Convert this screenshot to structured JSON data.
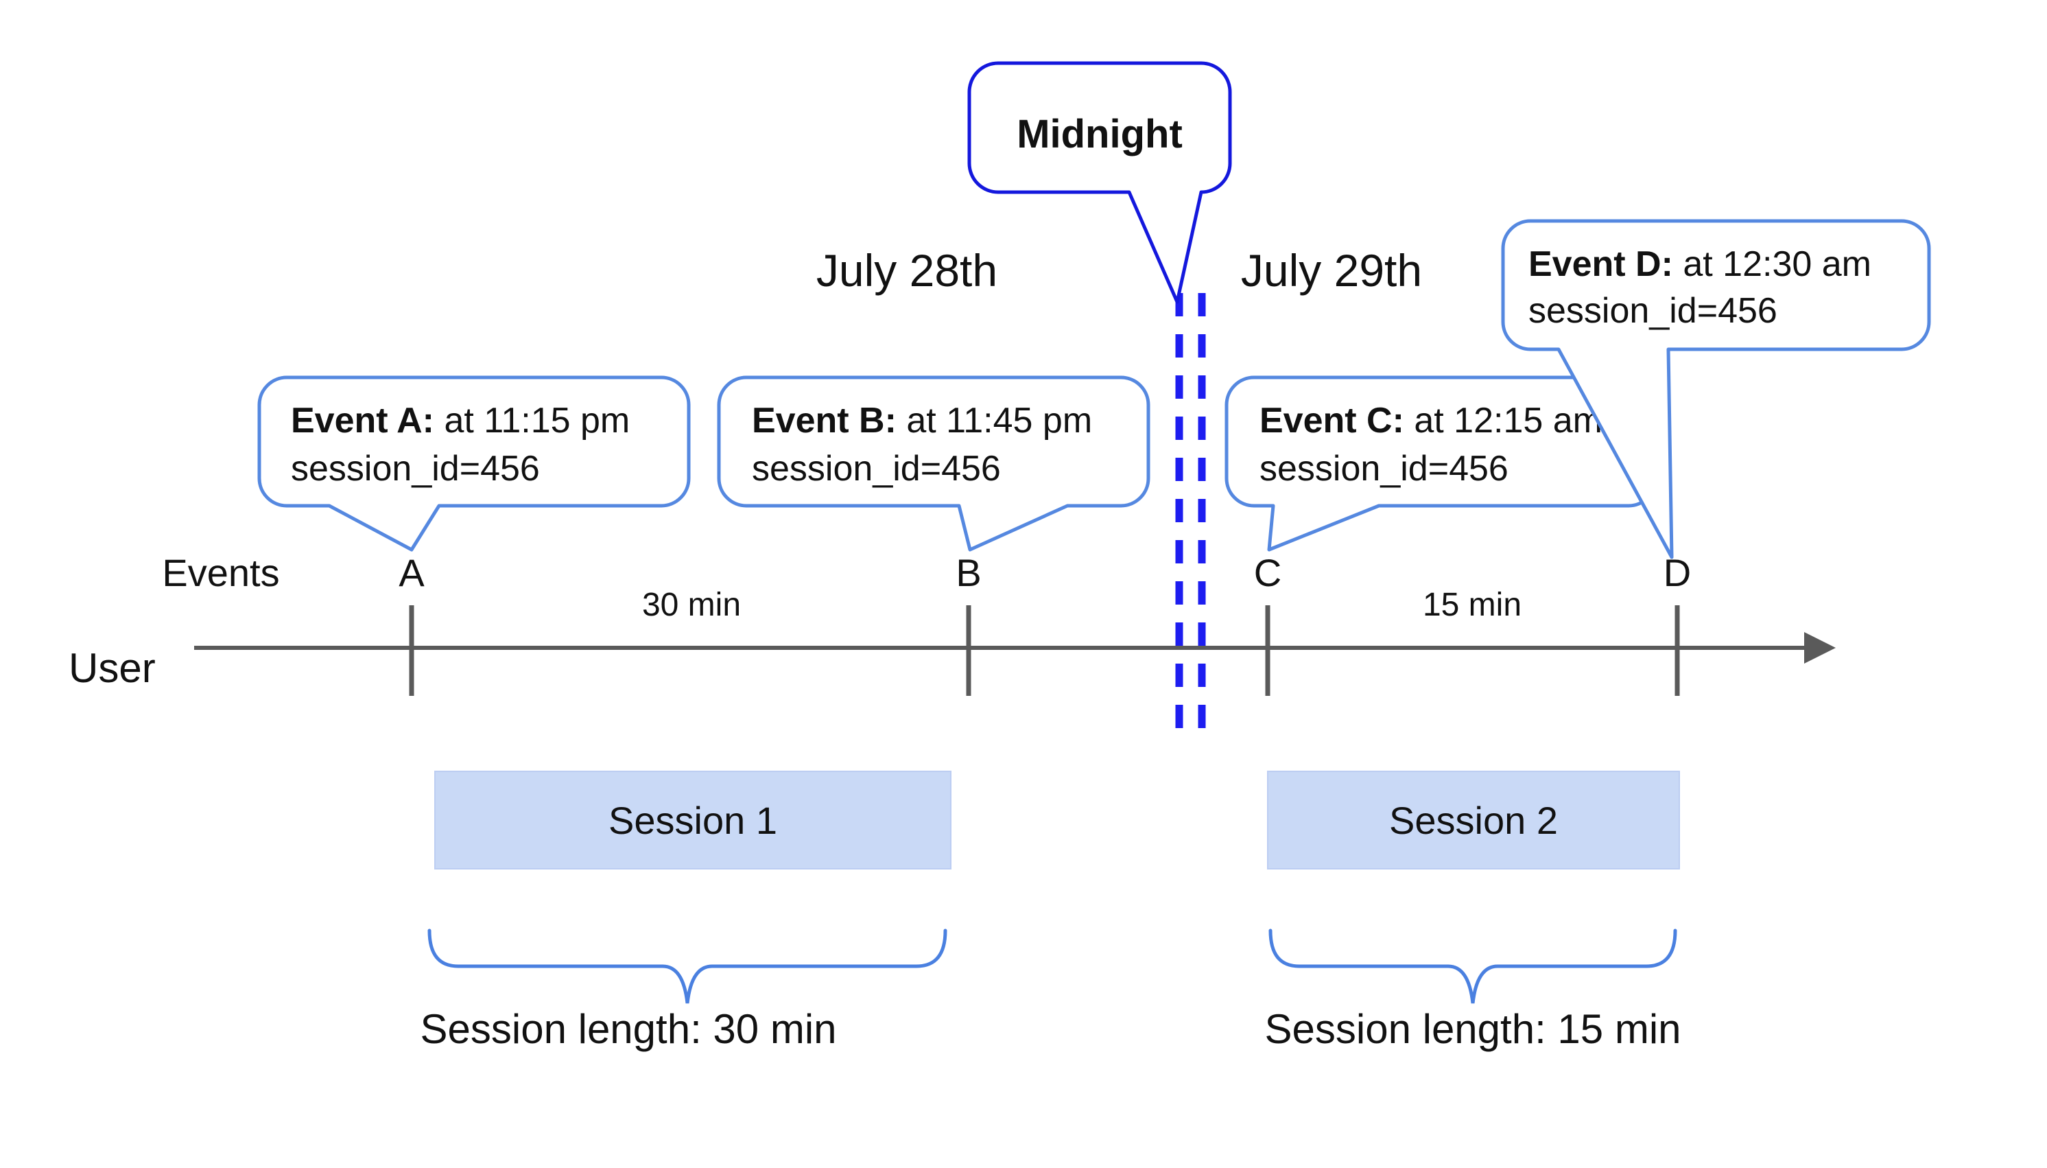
{
  "dates": {
    "left": "July 28th",
    "right": "July 29th"
  },
  "midnight_callout": {
    "label": "Midnight"
  },
  "event_callouts": [
    {
      "id": "A",
      "bold": "Event A:",
      "rest": " at 11:15 pm",
      "line2": "session_id=456"
    },
    {
      "id": "B",
      "bold": "Event B:",
      "rest": " at 11:45 pm",
      "line2": "session_id=456"
    },
    {
      "id": "C",
      "bold": "Event C:",
      "rest": " at 12:15 am",
      "line2": "session_id=456"
    },
    {
      "id": "D",
      "bold": "Event D:",
      "rest": " at 12:30 am",
      "line2": "session_id=456"
    }
  ],
  "axis": {
    "events_label": "Events",
    "user_label": "User",
    "ticks": [
      "A",
      "B",
      "C",
      "D"
    ],
    "interval_left": "30 min",
    "interval_right": "15 min"
  },
  "sessions": [
    {
      "name": "Session 1",
      "length_label": "Session length: 30 min"
    },
    {
      "name": "Session 2",
      "length_label": "Session length: 15 min"
    }
  ],
  "colors": {
    "callout_border": "#5588e0",
    "midnight_border": "#1418dd",
    "dashed_line": "#1d1df0",
    "timeline_gray": "#5a5a5a",
    "session_fill": "#c9d9f6",
    "session_edge": "#bccdf2",
    "text": "#111111"
  }
}
